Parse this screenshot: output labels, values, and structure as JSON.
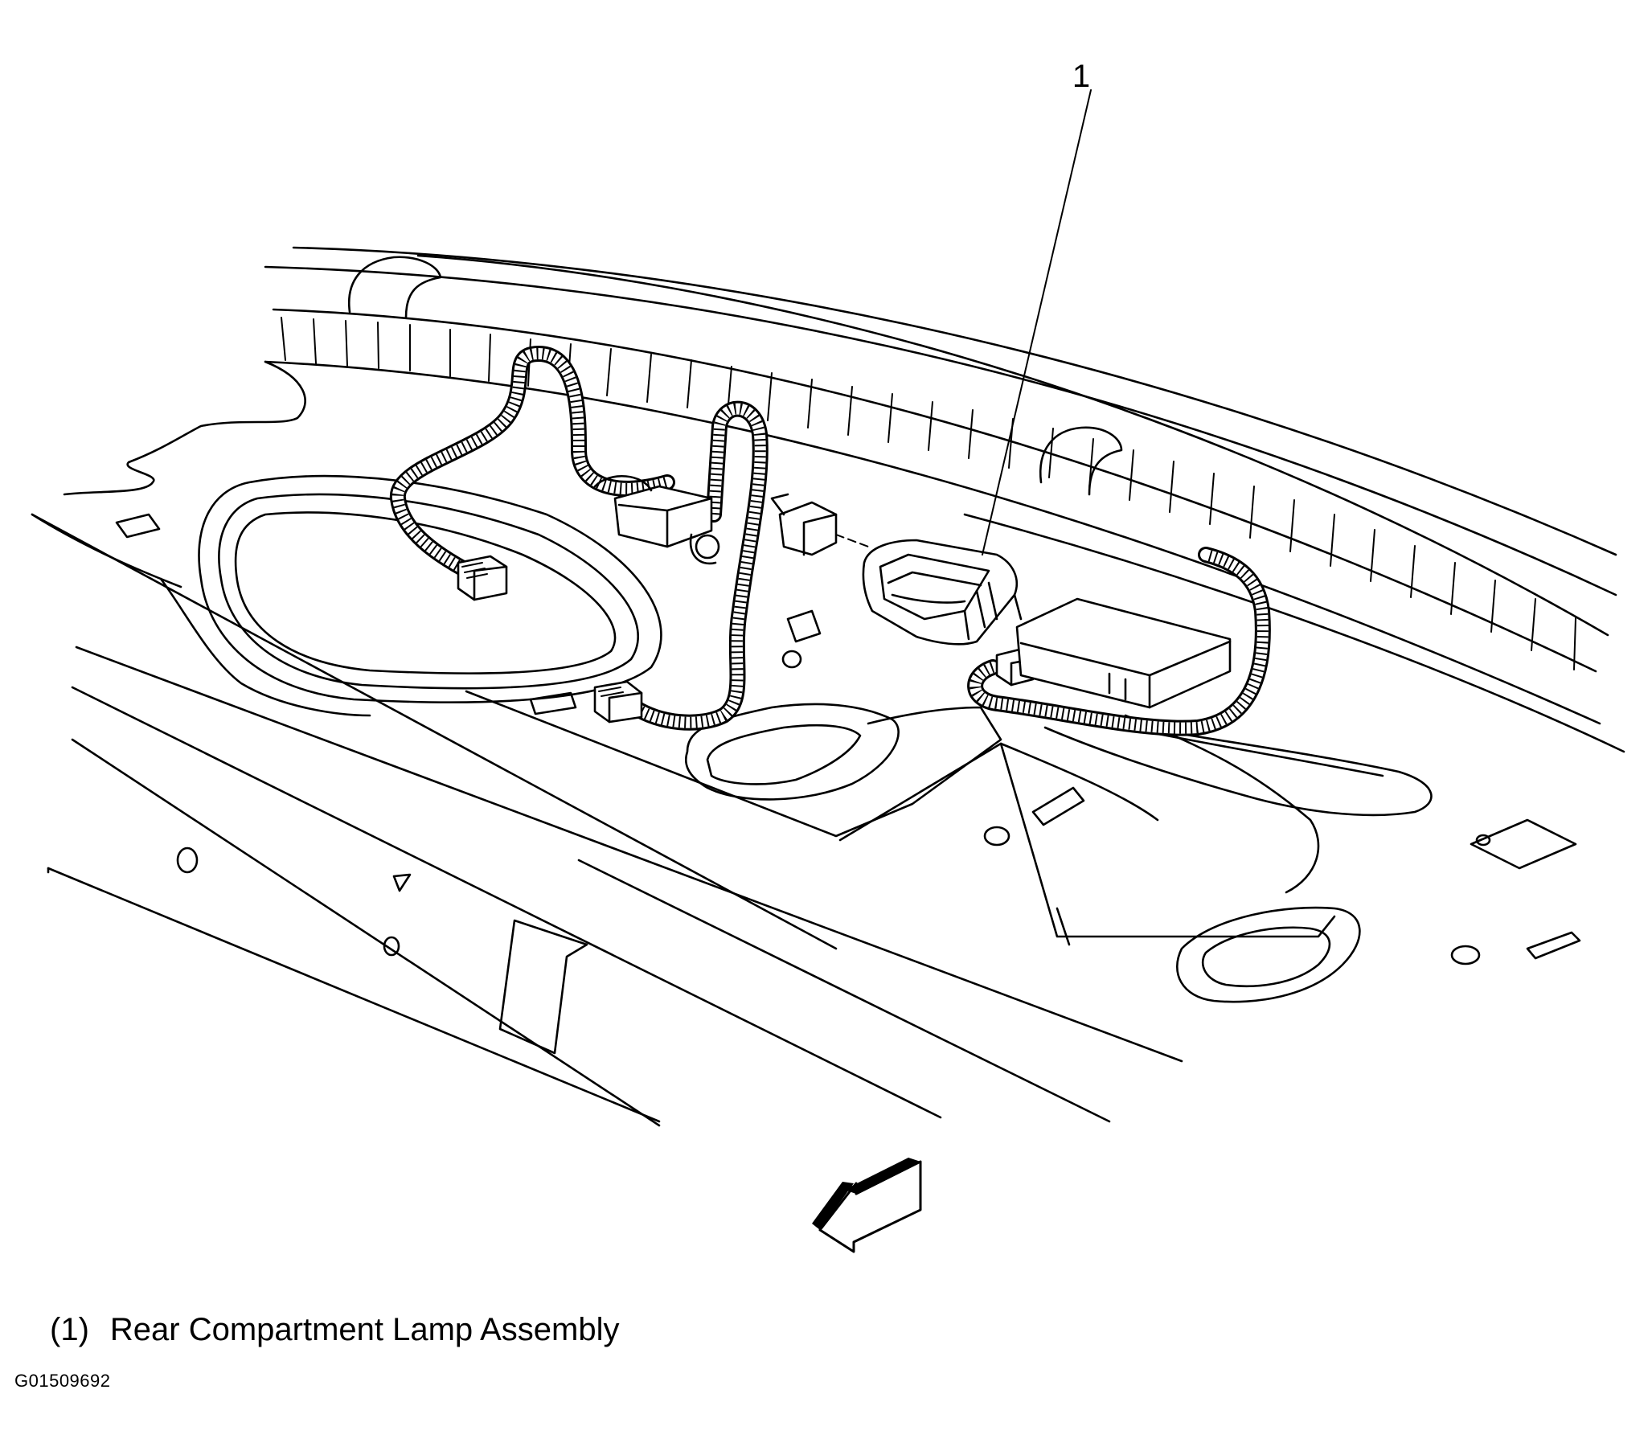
{
  "callouts": [
    {
      "number": "1"
    }
  ],
  "legend": [
    {
      "number": "(1)",
      "label": "Rear Compartment Lamp Assembly"
    }
  ],
  "figure_id": "G01509692"
}
